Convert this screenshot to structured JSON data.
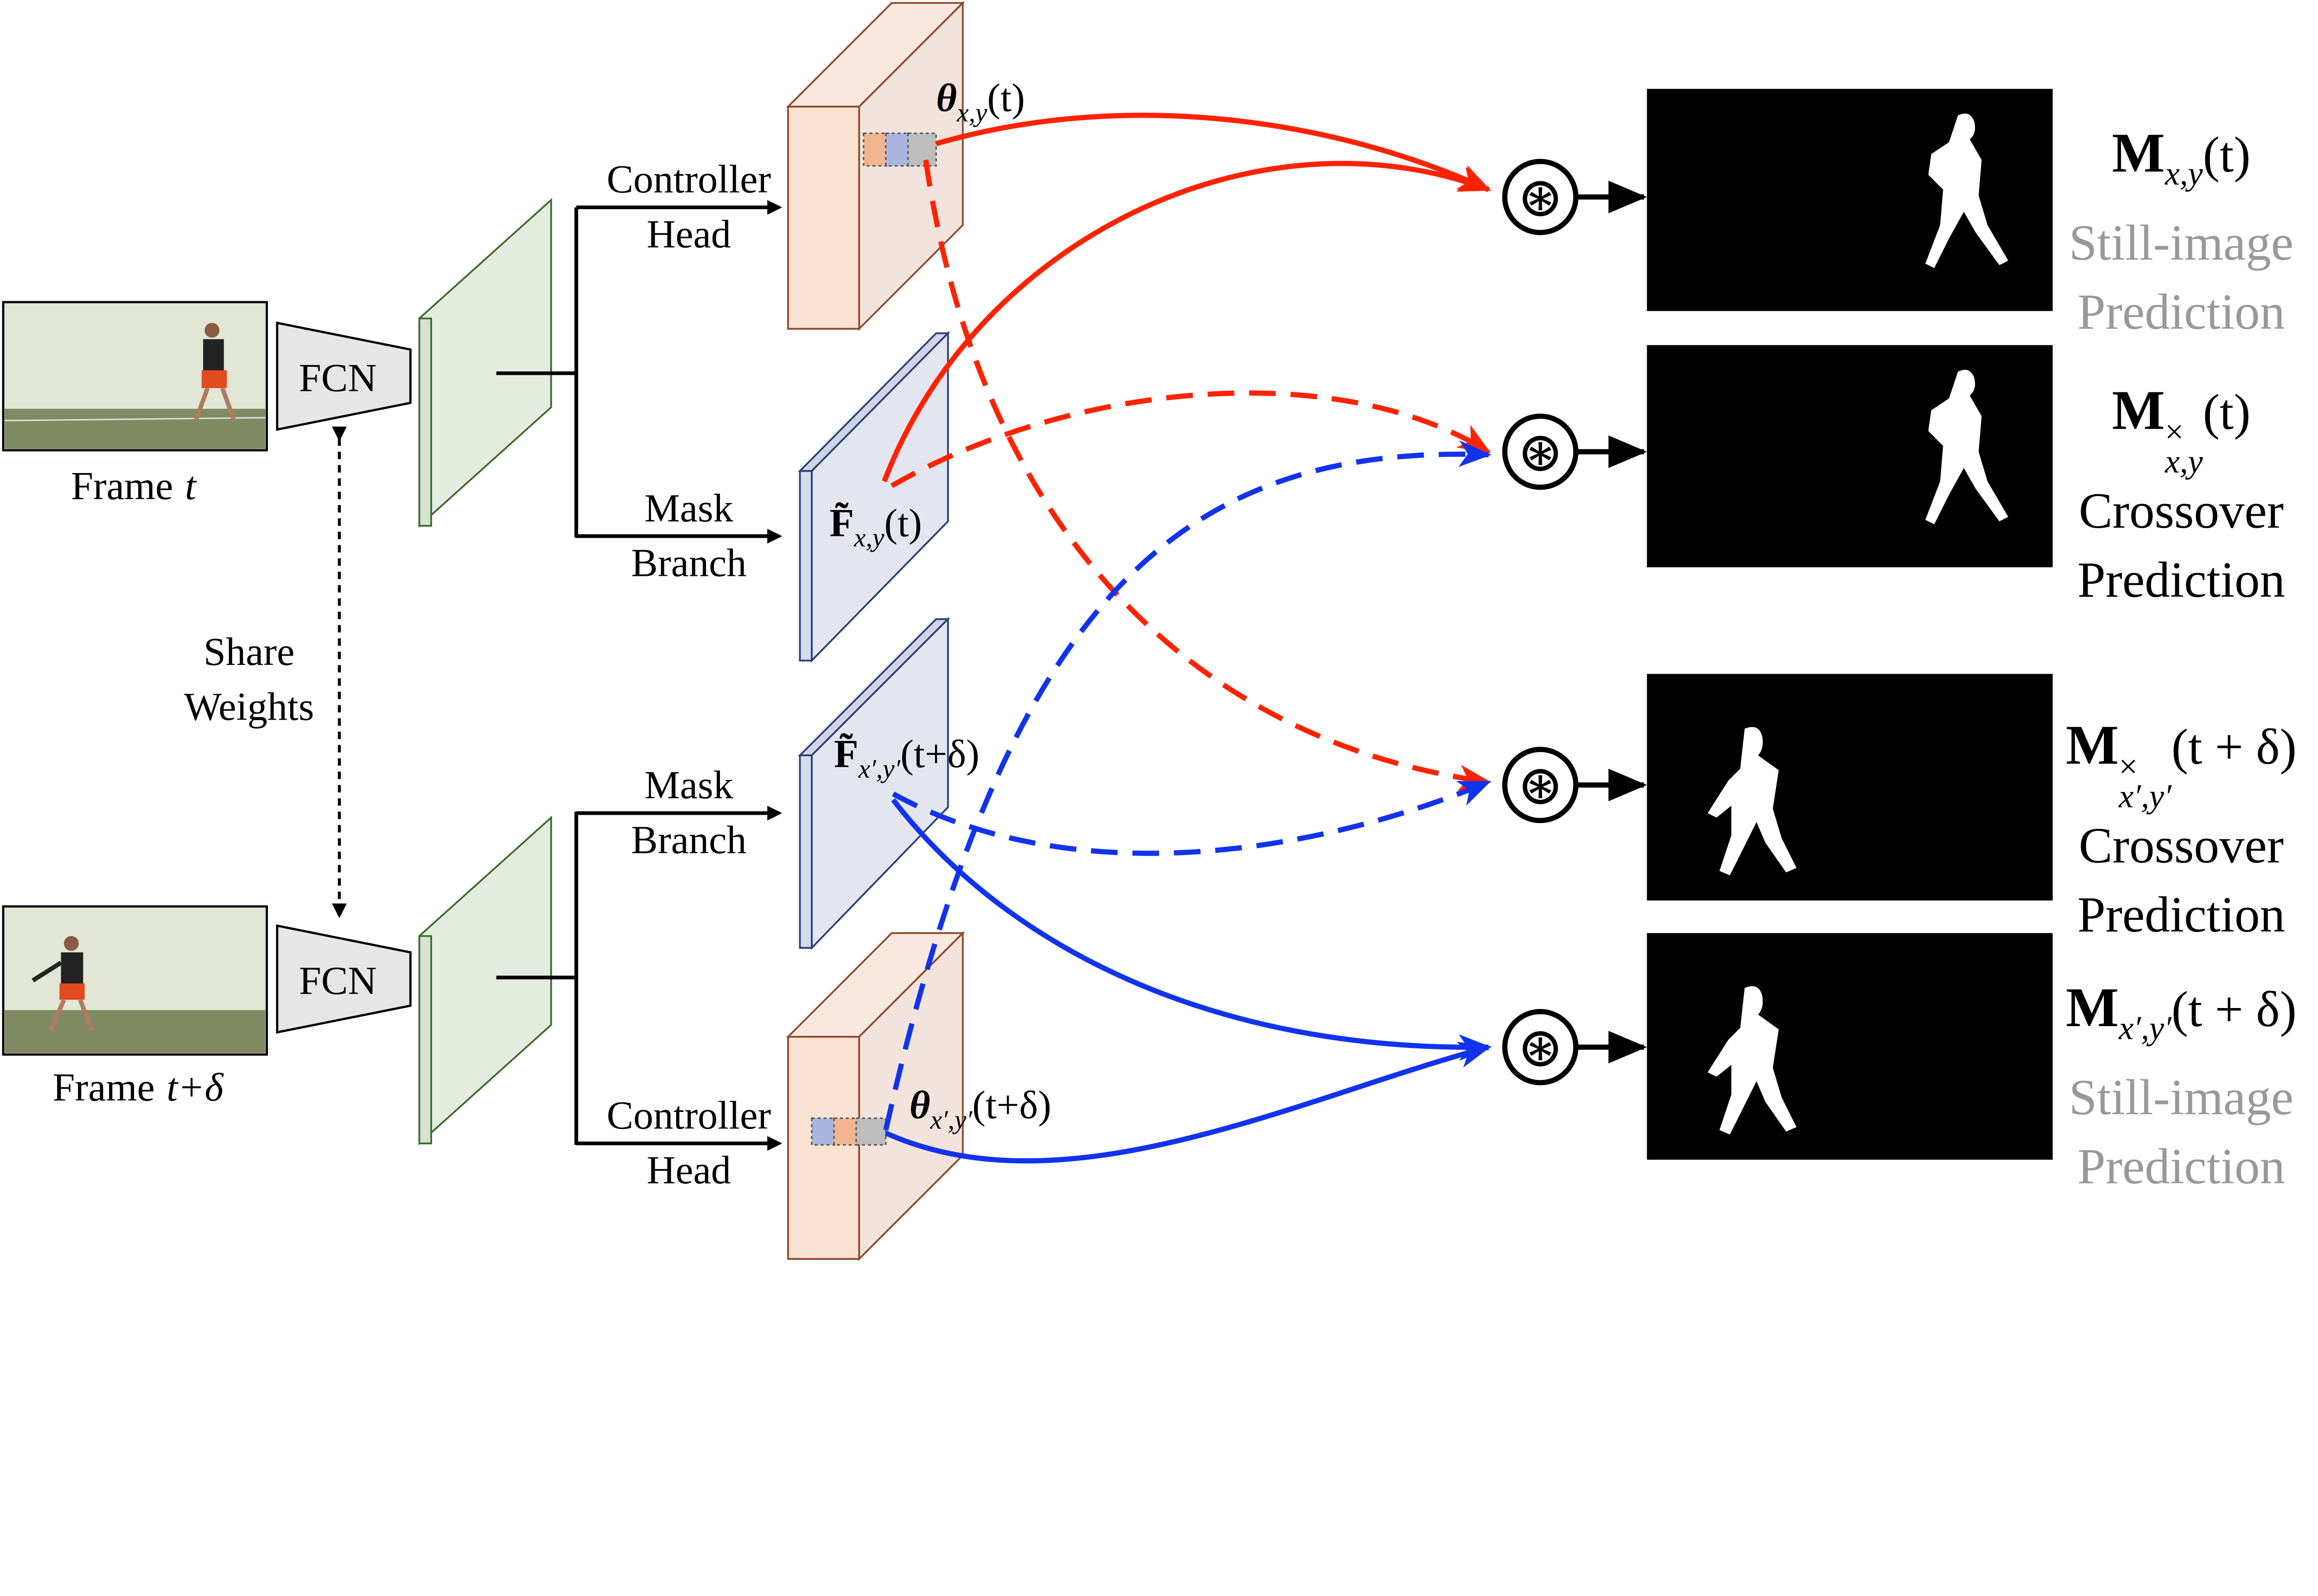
{
  "inputs": [
    {
      "label": "Frame",
      "var": "t"
    },
    {
      "label": "Frame",
      "var": "t+δ"
    }
  ],
  "fcn_label": "FCN",
  "share_weights": [
    "Share",
    "Weights"
  ],
  "branches": {
    "controller": [
      "Controller",
      "Head"
    ],
    "mask": [
      "Mask",
      "Branch"
    ]
  },
  "math": {
    "theta_top": {
      "base": "θ",
      "sub": "x,y",
      "arg": "(t)"
    },
    "theta_bottom": {
      "base": "θ",
      "sub": "x′,y′",
      "arg": "(t+δ)"
    },
    "f_top": {
      "base": "F̃",
      "sub": "x,y",
      "arg": "(t)"
    },
    "f_bottom": {
      "base": "F̃",
      "sub": "x′,y′",
      "arg": "(t+δ)"
    },
    "conv_symbol": "⊛"
  },
  "outputs": [
    {
      "base": "M",
      "sup": "",
      "sub": "x,y",
      "arg": "(t)",
      "caption": [
        "Still-image",
        "Prediction"
      ],
      "caption_color": "#999999"
    },
    {
      "base": "M",
      "sup": "×",
      "sub": "x,y",
      "arg": "(t)",
      "caption": [
        "Crossover",
        "Prediction"
      ],
      "caption_color": "#000000"
    },
    {
      "base": "M",
      "sup": "×",
      "sub": "x′,y′",
      "arg": "(t + δ)",
      "caption": [
        "Crossover",
        "Prediction"
      ],
      "caption_color": "#000000"
    },
    {
      "base": "M",
      "sup": "",
      "sub": "x′,y′",
      "arg": "(t + δ)",
      "caption": [
        "Still-image",
        "Prediction"
      ],
      "caption_color": "#999999"
    }
  ],
  "colors": {
    "red": "#ff2200",
    "blue": "#1133ee",
    "controller_fill": "#fbe9df",
    "controller_stroke": "#8b4a2a",
    "mask_fill": "#e3e6ef",
    "mask_stroke": "#2a3f7a",
    "feature_fill": "#e4ece0",
    "feature_stroke": "#3d6b2e"
  }
}
